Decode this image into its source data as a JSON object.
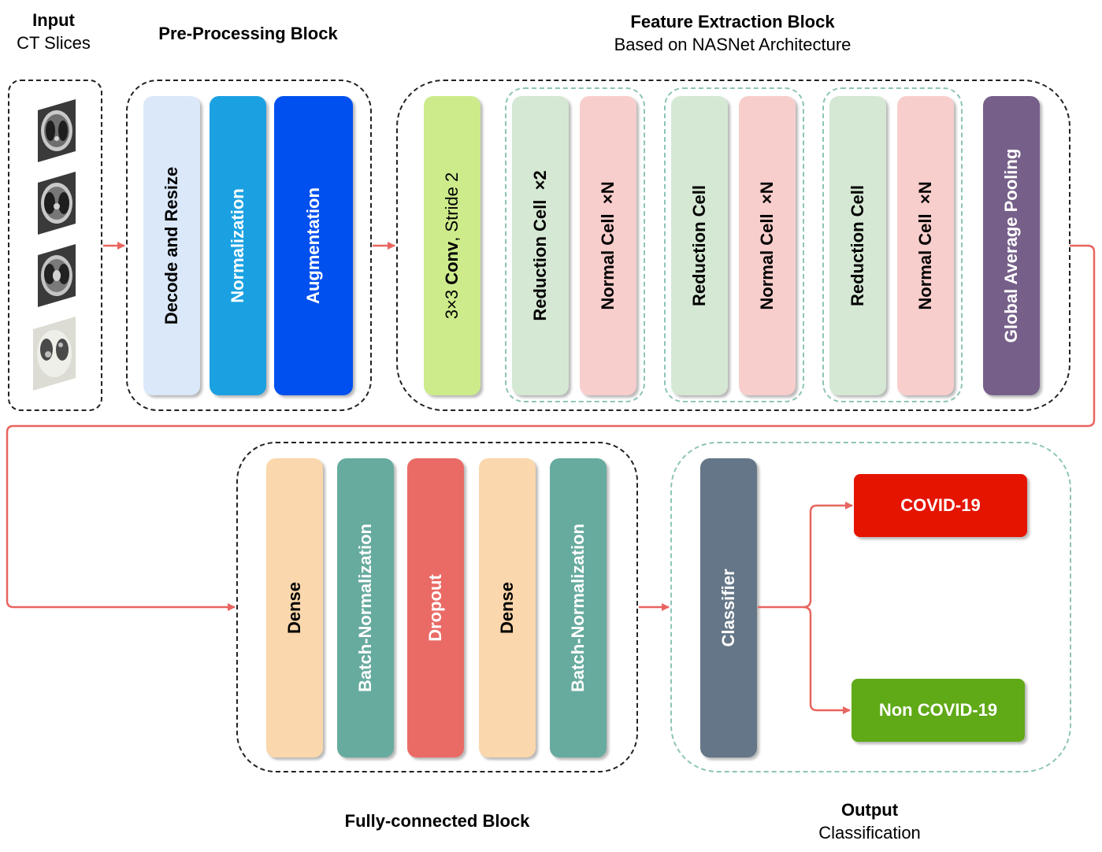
{
  "input": {
    "title": "Input",
    "subtitle": "CT Slices"
  },
  "preprocessing": {
    "title": "Pre-Processing Block",
    "cells": [
      "Decode and Resize",
      "Normalization",
      "Augmentation"
    ]
  },
  "feature_extraction": {
    "title": "Feature Extraction Block",
    "subtitle": "Based on NASNet Architecture",
    "conv": {
      "prefix": "3×3 ",
      "bold": "Conv",
      "suffix": ", Stride 2"
    },
    "reduction_first": "Reduction Cell  ×2",
    "reduction": "Reduction Cell",
    "normal": "Normal Cell  ×N",
    "gap": "Global Average Pooling"
  },
  "fully_connected": {
    "title": "Fully-connected Block",
    "cells": [
      "Dense",
      "Batch-Normalization",
      "Dropout",
      "Dense",
      "Batch-Normalization"
    ]
  },
  "output": {
    "title": "Output",
    "subtitle": "Classification",
    "classifier": "Classifier",
    "classes": [
      "COVID-19",
      "Non COVID-19"
    ]
  },
  "colors": {
    "arrow": "#e8655f",
    "decode": "#dbe8fa",
    "normalization": "#1ba1e2",
    "augmentation": "#0050ef",
    "conv": "#cdeb8b",
    "reduction": "#d5e8d4",
    "normal": "#f8cecc",
    "gap": "#76608a",
    "dense": "#fad7ac",
    "batchnorm": "#67ab9f",
    "dropout": "#ea6b66",
    "classifier": "#647687",
    "covid": "#e51400",
    "noncovid": "#60a917"
  }
}
